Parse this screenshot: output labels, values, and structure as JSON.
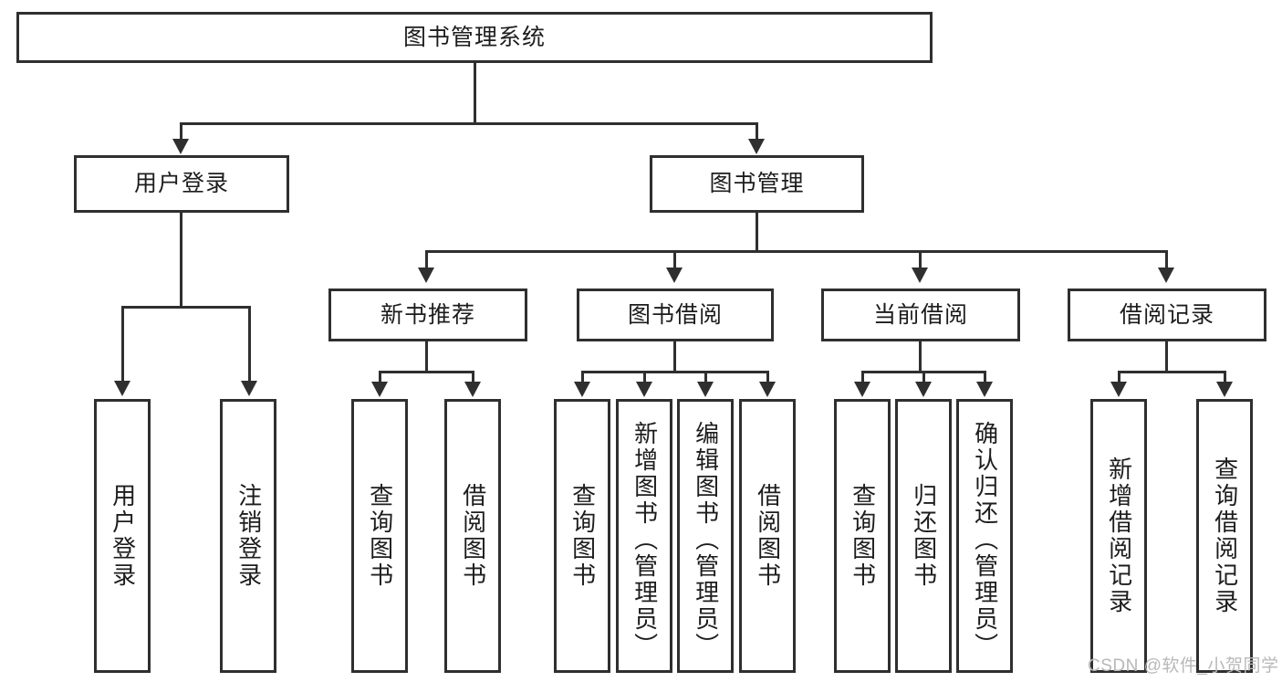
{
  "diagram": {
    "type": "tree-hierarchy",
    "title": "图书管理系统",
    "root": {
      "label": "图书管理系统",
      "id": "root-book-management-system"
    },
    "level2": [
      {
        "id": "user-login",
        "label": "用户登录"
      },
      {
        "id": "book-management",
        "label": "图书管理"
      }
    ],
    "level3": [
      {
        "id": "new-book-recommend",
        "label": "新书推荐",
        "parent": "book-management"
      },
      {
        "id": "book-borrow",
        "label": "图书借阅",
        "parent": "book-management"
      },
      {
        "id": "current-borrow",
        "label": "当前借阅",
        "parent": "book-management"
      },
      {
        "id": "borrow-record",
        "label": "借阅记录",
        "parent": "book-management"
      }
    ],
    "leaves": {
      "user_login": [
        {
          "id": "leaf-user-login",
          "label": "用户登录"
        },
        {
          "id": "leaf-user-logout",
          "label": "注销登录"
        }
      ],
      "new_book_recommend": [
        {
          "id": "leaf-query-book-1",
          "label": "查询图书"
        },
        {
          "id": "leaf-borrow-book-1",
          "label": "借阅图书"
        }
      ],
      "book_borrow": [
        {
          "id": "leaf-query-book-2",
          "label": "查询图书"
        },
        {
          "id": "leaf-add-book-admin",
          "label": "新增图书（管理员）"
        },
        {
          "id": "leaf-edit-book-admin",
          "label": "编辑图书（管理员）"
        },
        {
          "id": "leaf-borrow-book-2",
          "label": "借阅图书"
        }
      ],
      "current_borrow": [
        {
          "id": "leaf-query-book-3",
          "label": "查询图书"
        },
        {
          "id": "leaf-return-book",
          "label": "归还图书"
        },
        {
          "id": "leaf-confirm-return-admin",
          "label": "确认归还（管理员）"
        }
      ],
      "borrow_record": [
        {
          "id": "leaf-add-borrow-record",
          "label": "新增借阅记录"
        },
        {
          "id": "leaf-query-borrow-record",
          "label": "查询借阅记录"
        }
      ]
    }
  },
  "watermark": {
    "text": "CSDN @软件_小贺同学"
  },
  "colors": {
    "stroke": "#2f2f2f",
    "box_fill": "#ffffff",
    "text": "#1d1d1d",
    "watermark": "#b8b8b8",
    "background": "#ffffff"
  }
}
